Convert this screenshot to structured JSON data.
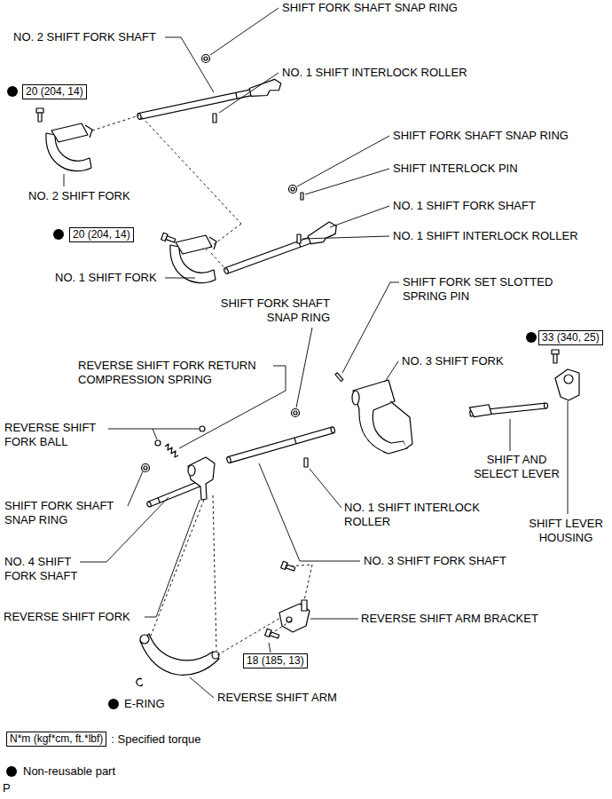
{
  "diagram": {
    "nodes": [
      {
        "text": [
          "20 (204, 14)"
        ]
      },
      {
        "text": [
          "20 (204, 14)"
        ]
      },
      {
        "text": [
          "33 (340, 25)"
        ]
      },
      {
        "text": [
          "18 (185, 13)"
        ]
      },
      {
        "text": [
          "N*m (kgf*cm, ft.*lbf)"
        ]
      }
    ],
    "labels": [
      "SHIFT FORK SHAFT SNAP RING",
      "NO. 2 SHIFT FORK SHAFT",
      "NO. 1 SHIFT INTERLOCK ROLLER",
      "NO. 2 SHIFT FORK",
      "SHIFT FORK SHAFT SNAP RING",
      "SHIFT INTERLOCK PIN",
      "NO. 1 SHIFT FORK SHAFT",
      "NO. 1 SHIFT INTERLOCK ROLLER",
      "NO. 1 SHIFT FORK",
      "SHIFT FORK SET SLOTTED SPRING PIN",
      "SHIFT FORK SHAFT SNAP RING",
      "NO. 3 SHIFT FORK",
      "REVERSE SHIFT FORK RETURN COMPRESSION SPRING",
      "REVERSE SHIFT FORK BALL",
      "SHIFT AND SELECT LEVER",
      "SHIFT FORK SHAFT SNAP RING",
      "NO. 1 SHIFT INTERLOCK ROLLER",
      "SHIFT LEVER HOUSING",
      "NO. 4 SHIFT FORK SHAFT",
      "NO. 3 SHIFT FORK SHAFT",
      "REVERSE SHIFT FORK",
      "REVERSE SHIFT ARM BRACKET",
      "E-RING",
      "REVERSE SHIFT ARM",
      "P"
    ],
    "legend": [
      {
        "text": ": Specified torque"
      },
      {
        "text": "Non-reusable part",
        "color": "#000000"
      }
    ]
  }
}
